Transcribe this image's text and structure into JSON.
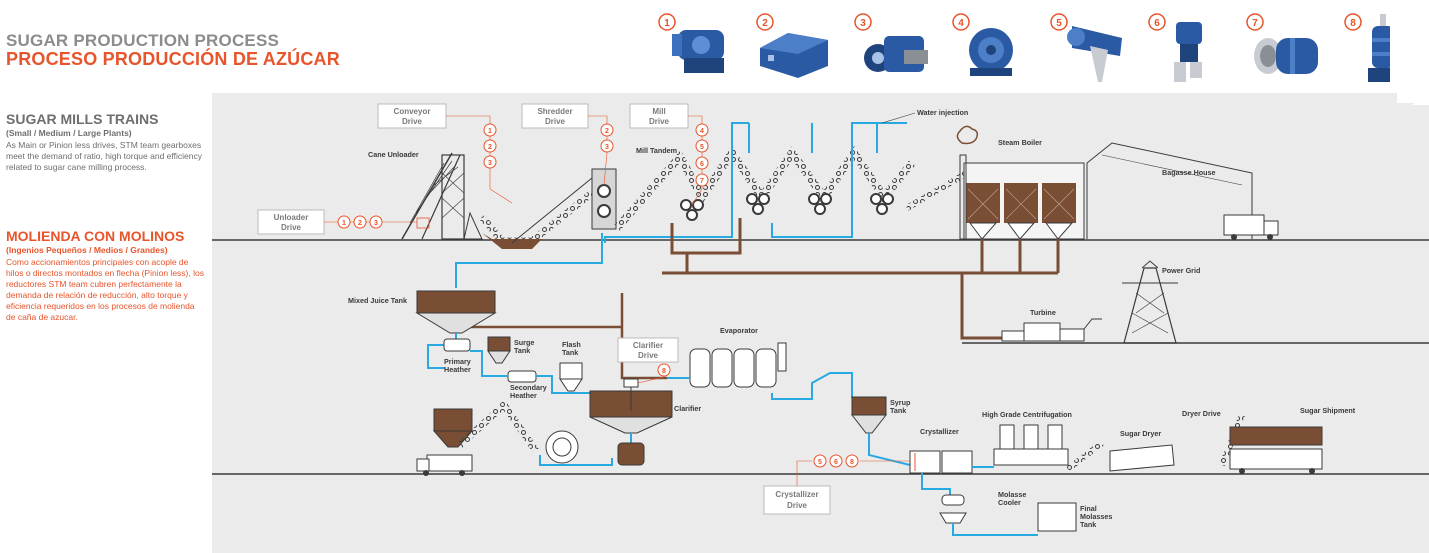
{
  "title": {
    "en": "SUGAR PRODUCTION PROCESS",
    "es": "PROCESO PRODUCCIÓN DE AZÚCAR"
  },
  "mills_en": {
    "heading": "SUGAR MILLS TRAINS",
    "subheading": "(Small / Medium / Large Plants)",
    "body": "As Main or Pinion less drives, STM team gearboxes meet the demand of ratio, high torque and efficiency related to sugar cane milling process."
  },
  "mills_es": {
    "heading": "MOLIENDA CON MOLINOS",
    "subheading": "(Ingenios Pequeños / Medios / Grandes)",
    "body": "Como accionamientos principales con acople de hilos o directos montados en flecha (Pinion less), los reductores STM team cubren perfectamente la demanda de relación de reducción, alto torque y eficiencia requeridos en los procesos de molienda de caña de azucar."
  },
  "products": [
    "1",
    "2",
    "3",
    "4",
    "5",
    "6",
    "7",
    "8"
  ],
  "drives": {
    "conveyor": {
      "line1": "Conveyor",
      "line2": "Drive",
      "nums": [
        "1",
        "2",
        "3"
      ]
    },
    "shredder": {
      "line1": "Shredder",
      "line2": "Drive",
      "nums": [
        "2",
        "3"
      ]
    },
    "mill": {
      "line1": "Mill",
      "line2": "Drive",
      "nums": [
        "4",
        "5",
        "6",
        "7"
      ]
    },
    "unloader": {
      "line1": "Unloader",
      "line2": "Drive",
      "nums": [
        "1",
        "2",
        "3"
      ]
    },
    "clarifier": {
      "line1": "Clarifier",
      "line2": "Drive",
      "nums": [
        "8"
      ]
    },
    "crystallizer": {
      "line1": "Crystallizer",
      "line2": "Drive",
      "nums": [
        "5",
        "6",
        "8"
      ]
    }
  },
  "labels": {
    "cane_unloader": "Cane Unloader",
    "mill_tandem": "Mill Tandem",
    "water_injection": "Water injection",
    "steam_boiler": "Steam Boiler",
    "bagasse_house": "Bagasse House",
    "power_grid": "Power Grid",
    "turbine": "Turbine",
    "mixed_juice_tank": "Mixed Juice Tank",
    "primary_heather": [
      "Primary",
      "Heather"
    ],
    "surge_tank": [
      "Surge",
      "Tank"
    ],
    "flash_tank": [
      "Flash",
      "Tank"
    ],
    "secondary_heather": [
      "Secondary",
      "Heather"
    ],
    "evaporator": "Evaporator",
    "clarifier": "Clarifier",
    "syrup_tank": [
      "Syrup",
      "Tank"
    ],
    "crystallizer": "Crystallizer",
    "high_grade_centrifugation": "High Grade Centrifugation",
    "sugar_dryer": "Sugar Dryer",
    "dryer_drive": "Dryer Drive",
    "sugar_shipment": "Sugar Shipment",
    "molasse_cooler": [
      "Molasse",
      "Cooler"
    ],
    "final_molasses_tank": [
      "Final",
      "Molasses",
      "Tank"
    ]
  },
  "colors": {
    "accent": "#e8542b",
    "gray_title": "#8c8c8c",
    "juice_line": "#29a9e1",
    "bagasse_line": "#7a4e34",
    "band": "#ebebeb",
    "product_blue": "#2a5aa3"
  }
}
